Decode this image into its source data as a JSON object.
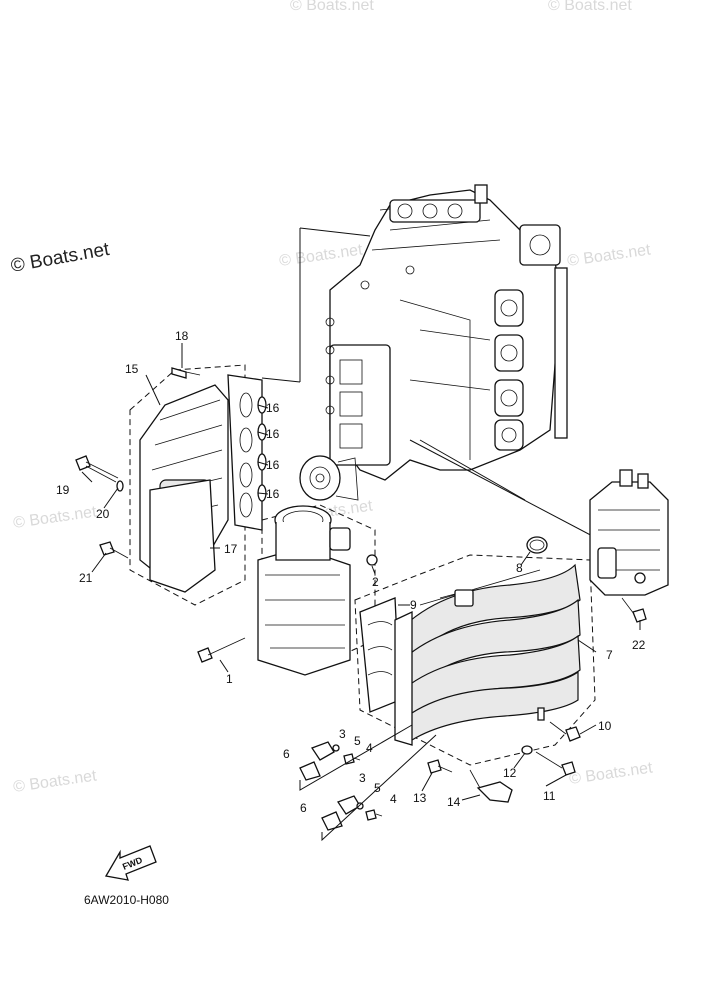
{
  "watermarks": {
    "main": "© Boats.net",
    "faded": [
      "© Boats.net",
      "© Boats.net",
      "© Boats.net",
      "© Boats.net",
      "© Boats.net",
      "© Boats.net",
      "© Boats.net",
      "© Boats.net"
    ]
  },
  "reference_code": "6AW2010-H080",
  "fwd_label": "FWD",
  "part_labels": [
    "1",
    "2",
    "3",
    "3",
    "4",
    "4",
    "5",
    "5",
    "6",
    "6",
    "7",
    "8",
    "9",
    "10",
    "11",
    "12",
    "13",
    "14",
    "15",
    "16",
    "16",
    "16",
    "16",
    "17",
    "18",
    "19",
    "20",
    "21",
    "22"
  ]
}
